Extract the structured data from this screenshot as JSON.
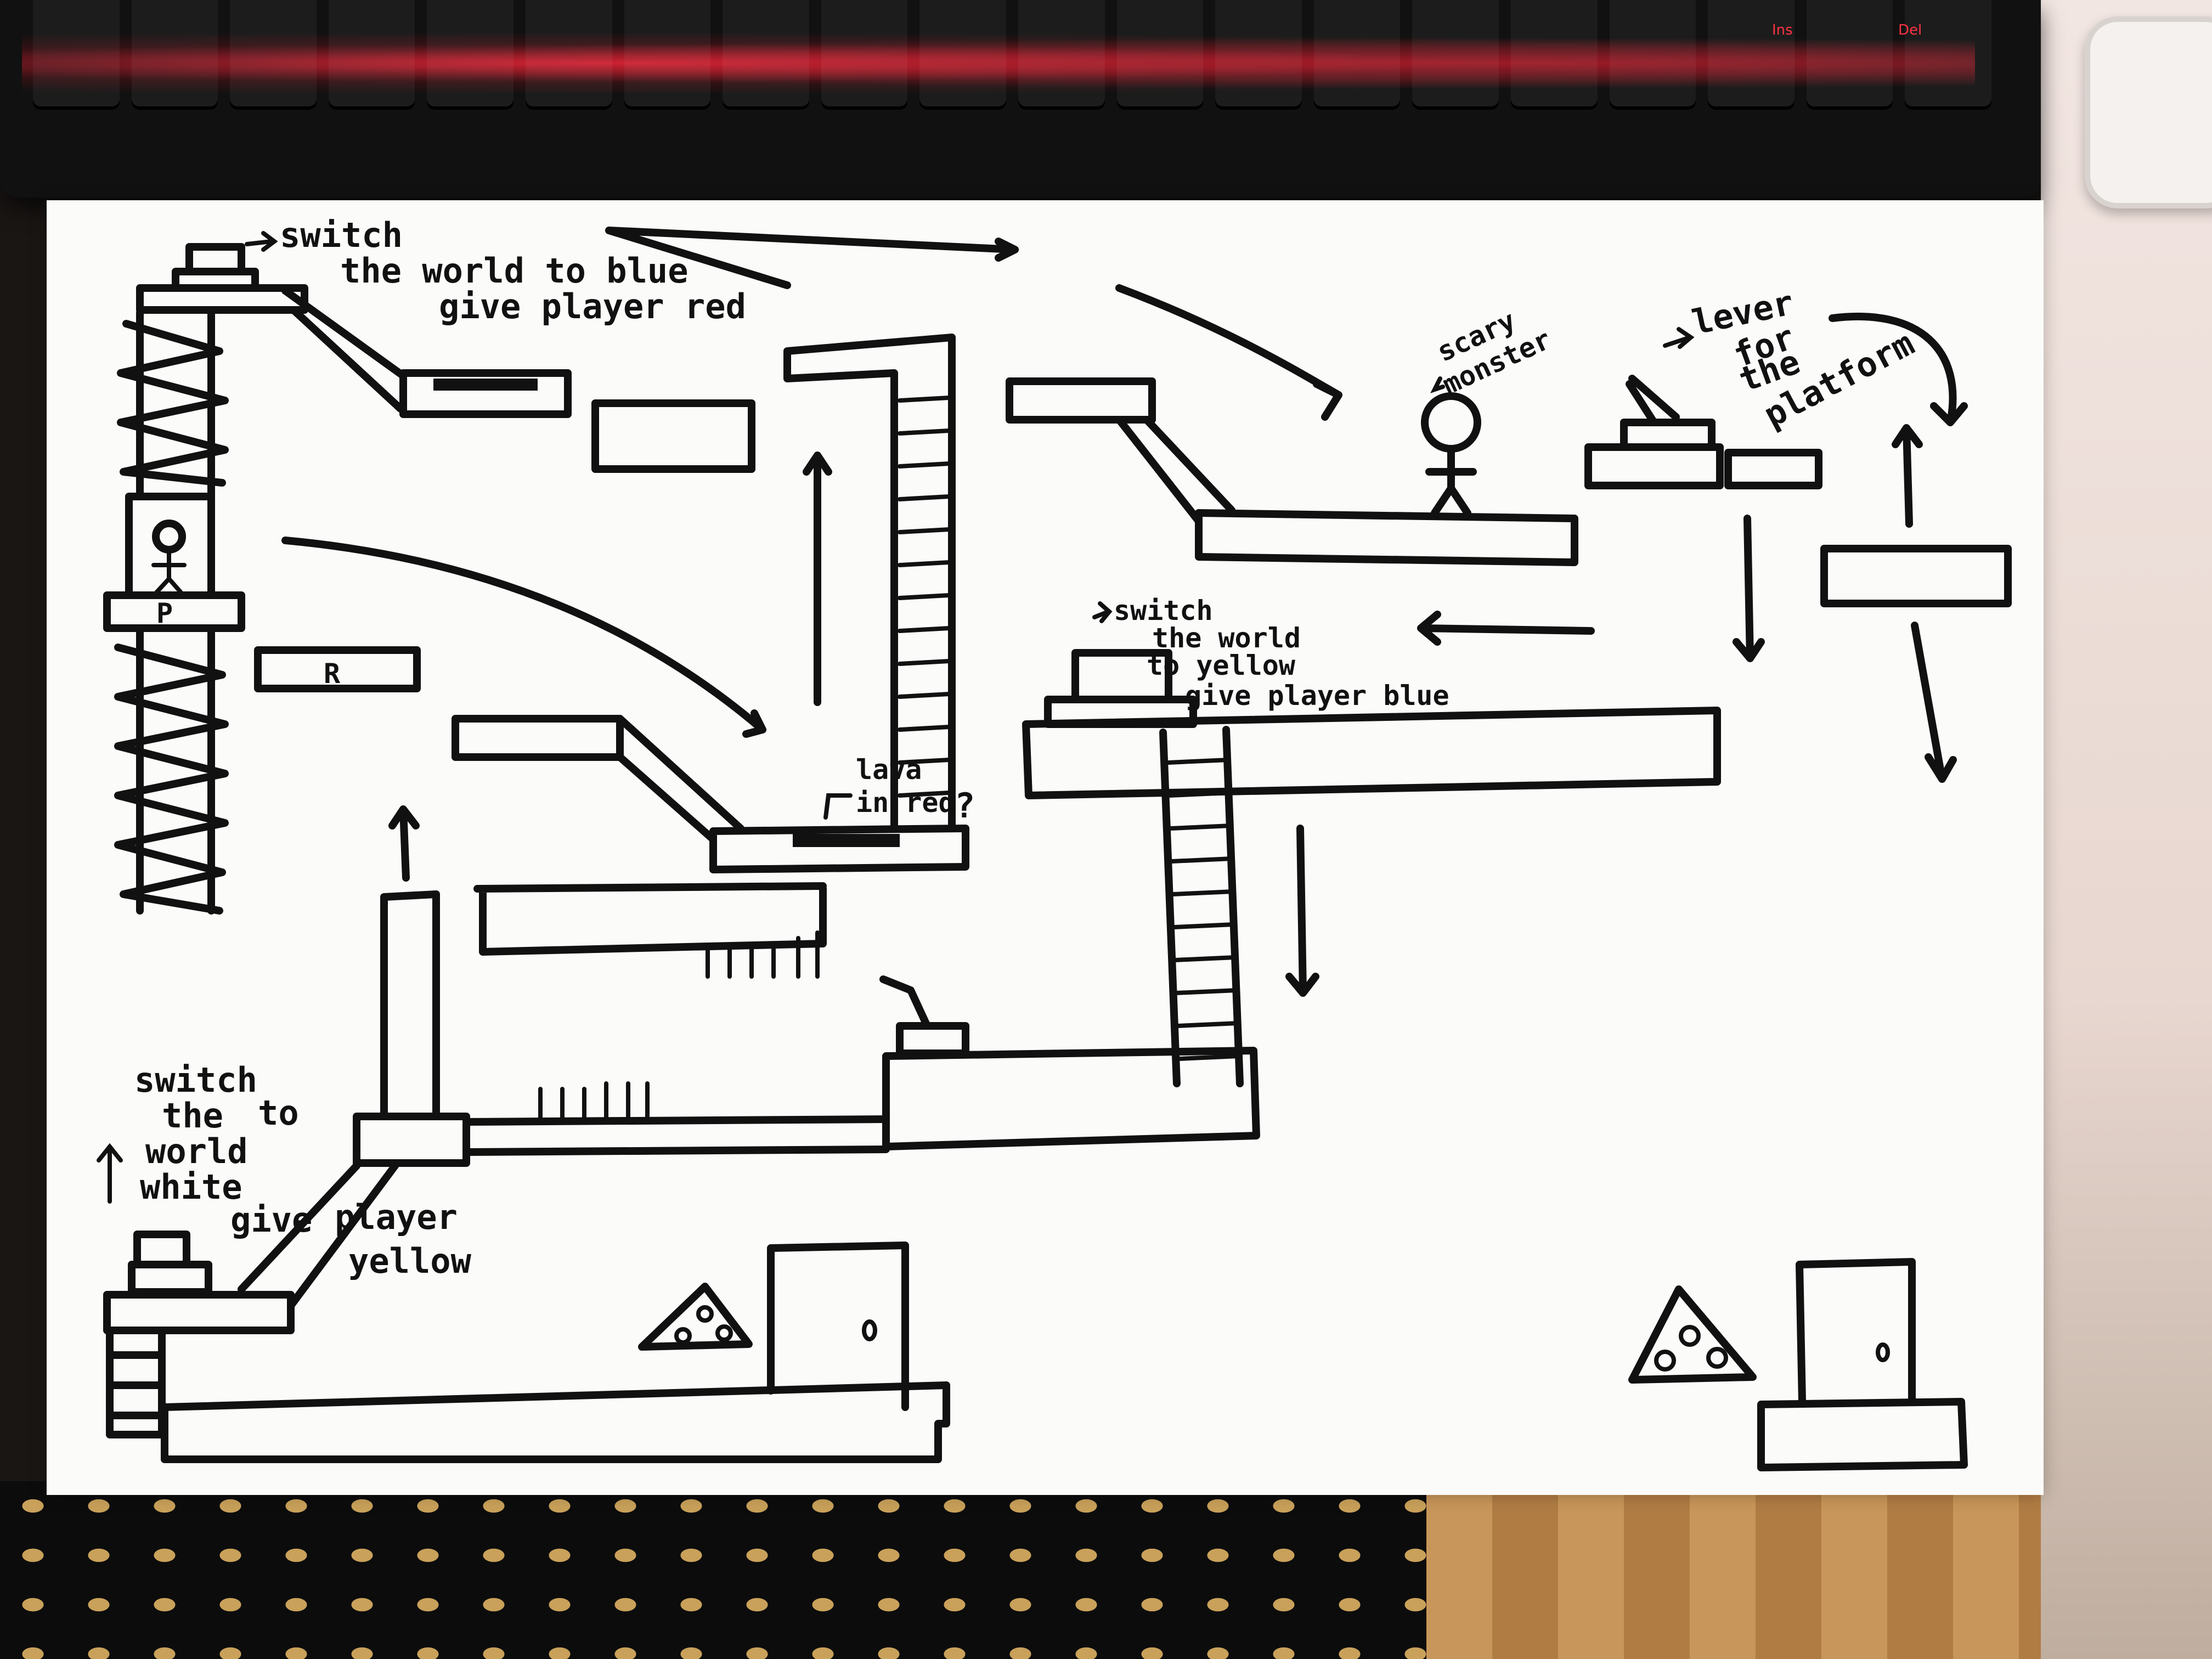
{
  "photo": {
    "keyboard_labels": [
      "Ins",
      "Del"
    ],
    "colors": {
      "keyboard_glow": "#e61428",
      "ink": "#111111",
      "paper": "#fbfbfa"
    }
  },
  "sketch": {
    "annotations": {
      "switch_blue_1": "switch",
      "switch_blue_2": "the  world to blue",
      "switch_blue_3": "give player red",
      "scary_1": "scary",
      "scary_2": "monster",
      "lever_1": "lever",
      "lever_2": "for",
      "lever_3": "the",
      "lever_4": "platform",
      "switch_yellow_1": "switch",
      "switch_yellow_2": "the world",
      "switch_yellow_3": "to yellow",
      "switch_yellow_4": "give player blue",
      "lava_1": "lava",
      "lava_2": "in red",
      "lava_q": "?",
      "switch_white_1": "switch",
      "switch_white_2": "the",
      "switch_white_3": "to",
      "switch_white_4": "world",
      "switch_white_5": "white",
      "switch_white_6": "give",
      "switch_white_7": "player",
      "switch_white_8": "yellow"
    },
    "platform_labels": {
      "p_platform": "P",
      "r_platform": "R"
    },
    "objects": [
      "player",
      "monster",
      "lever",
      "switch",
      "door",
      "pizza-slice",
      "ladder",
      "lava",
      "spikes",
      "elevator-shaft"
    ]
  }
}
